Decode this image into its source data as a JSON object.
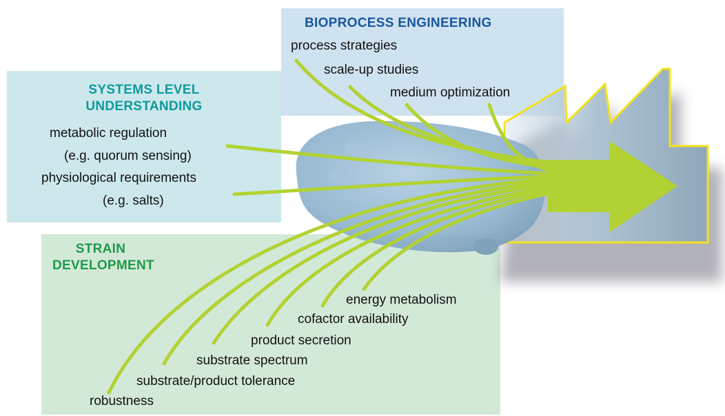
{
  "bioprocess": {
    "title": "BIOPROCESS ENGINEERING",
    "items": [
      "process strategies",
      "scale-up studies",
      "medium optimization"
    ]
  },
  "systems": {
    "title": "SYSTEMS LEVEL UNDERSTANDING",
    "items": [
      "metabolic regulation",
      "(e.g. quorum sensing)",
      "physiological requirements",
      "(e.g. salts)"
    ]
  },
  "strain": {
    "title": "STRAIN DEVELOPMENT",
    "items": [
      "energy metabolism",
      "cofactor availability",
      "product secretion",
      "substrate spectrum",
      "substrate/product tolerance",
      "robustness"
    ]
  },
  "colors": {
    "bioprocess_title": "#1a57a0",
    "systems_title": "#0f9a9d",
    "strain_title": "#1f9a48",
    "arrow_green": "#b2d233",
    "factory_outline": "#f3e21c",
    "factory_fill": "#a9bfcf",
    "bacterium": "#8fb4cf"
  },
  "icons": [
    "factory-icon",
    "bacterium-image",
    "convergence-arrow"
  ]
}
